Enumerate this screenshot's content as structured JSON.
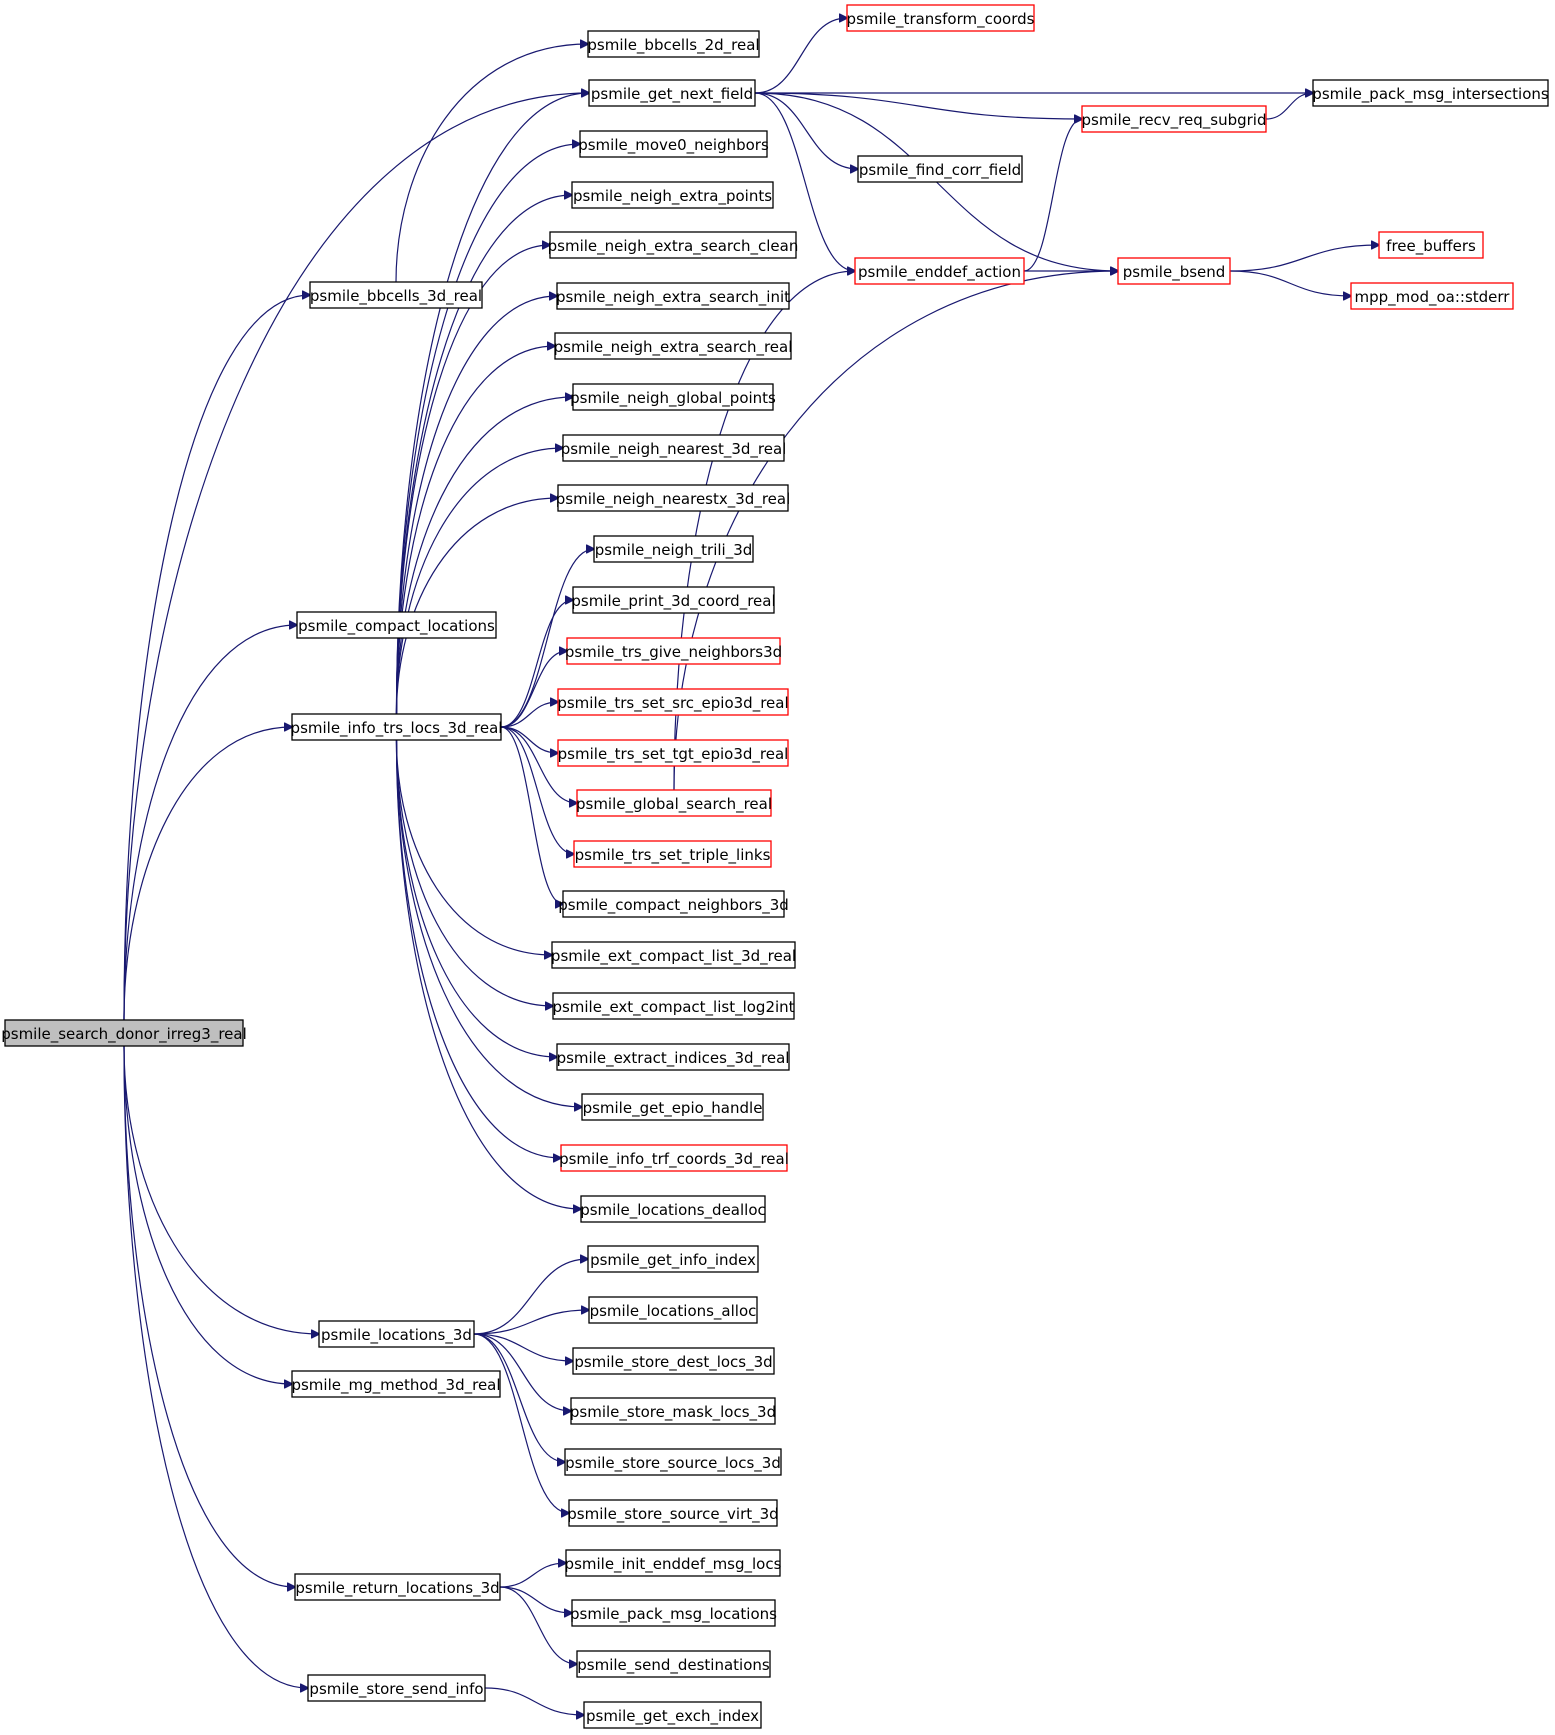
{
  "graph": {
    "nodes": [
      {
        "id": "search_donor",
        "label": "psmile_search_donor_irreg3_real",
        "style": "root"
      },
      {
        "id": "bbcells_3d",
        "label": "psmile_bbcells_3d_real",
        "style": "normal"
      },
      {
        "id": "compact_locations",
        "label": "psmile_compact_locations",
        "style": "normal"
      },
      {
        "id": "info_trs_locs",
        "label": "psmile_info_trs_locs_3d_real",
        "style": "normal"
      },
      {
        "id": "locations_3d",
        "label": "psmile_locations_3d",
        "style": "normal"
      },
      {
        "id": "mg_method",
        "label": "psmile_mg_method_3d_real",
        "style": "normal"
      },
      {
        "id": "return_locations",
        "label": "psmile_return_locations_3d",
        "style": "normal"
      },
      {
        "id": "store_send_info",
        "label": "psmile_store_send_info",
        "style": "normal"
      },
      {
        "id": "bbcells_2d",
        "label": "psmile_bbcells_2d_real",
        "style": "normal"
      },
      {
        "id": "get_next_field",
        "label": "psmile_get_next_field",
        "style": "normal"
      },
      {
        "id": "move0",
        "label": "psmile_move0_neighbors",
        "style": "normal"
      },
      {
        "id": "neigh_extra_points",
        "label": "psmile_neigh_extra_points",
        "style": "normal"
      },
      {
        "id": "neigh_extra_search_clean",
        "label": "psmile_neigh_extra_search_clean",
        "style": "normal"
      },
      {
        "id": "neigh_extra_search_init",
        "label": "psmile_neigh_extra_search_init",
        "style": "normal"
      },
      {
        "id": "neigh_extra_search_real",
        "label": "psmile_neigh_extra_search_real",
        "style": "normal"
      },
      {
        "id": "neigh_global_points",
        "label": "psmile_neigh_global_points",
        "style": "normal"
      },
      {
        "id": "neigh_nearest",
        "label": "psmile_neigh_nearest_3d_real",
        "style": "normal"
      },
      {
        "id": "neigh_nearestx",
        "label": "psmile_neigh_nearestx_3d_real",
        "style": "normal"
      },
      {
        "id": "neigh_trili",
        "label": "psmile_neigh_trili_3d",
        "style": "normal"
      },
      {
        "id": "print_3d_coord",
        "label": "psmile_print_3d_coord_real",
        "style": "normal"
      },
      {
        "id": "trs_give_neighbors",
        "label": "psmile_trs_give_neighbors3d",
        "style": "truncated"
      },
      {
        "id": "trs_set_src",
        "label": "psmile_trs_set_src_epio3d_real",
        "style": "truncated"
      },
      {
        "id": "trs_set_tgt",
        "label": "psmile_trs_set_tgt_epio3d_real",
        "style": "truncated"
      },
      {
        "id": "global_search",
        "label": "psmile_global_search_real",
        "style": "truncated"
      },
      {
        "id": "trs_set_triple",
        "label": "psmile_trs_set_triple_links",
        "style": "truncated"
      },
      {
        "id": "compact_neighbors",
        "label": "psmile_compact_neighbors_3d",
        "style": "normal"
      },
      {
        "id": "ext_compact_list",
        "label": "psmile_ext_compact_list_3d_real",
        "style": "normal"
      },
      {
        "id": "ext_compact_log2int",
        "label": "psmile_ext_compact_list_log2int",
        "style": "normal"
      },
      {
        "id": "extract_indices",
        "label": "psmile_extract_indices_3d_real",
        "style": "normal"
      },
      {
        "id": "get_epio_handle",
        "label": "psmile_get_epio_handle",
        "style": "normal"
      },
      {
        "id": "info_trf_coords",
        "label": "psmile_info_trf_coords_3d_real",
        "style": "truncated"
      },
      {
        "id": "locations_dealloc",
        "label": "psmile_locations_dealloc",
        "style": "normal"
      },
      {
        "id": "get_info_index",
        "label": "psmile_get_info_index",
        "style": "normal"
      },
      {
        "id": "locations_alloc",
        "label": "psmile_locations_alloc",
        "style": "normal"
      },
      {
        "id": "store_dest_locs",
        "label": "psmile_store_dest_locs_3d",
        "style": "normal"
      },
      {
        "id": "store_mask_locs",
        "label": "psmile_store_mask_locs_3d",
        "style": "normal"
      },
      {
        "id": "store_source_locs",
        "label": "psmile_store_source_locs_3d",
        "style": "normal"
      },
      {
        "id": "store_source_virt",
        "label": "psmile_store_source_virt_3d",
        "style": "normal"
      },
      {
        "id": "init_enddef_msg",
        "label": "psmile_init_enddef_msg_locs",
        "style": "normal"
      },
      {
        "id": "pack_msg_locations",
        "label": "psmile_pack_msg_locations",
        "style": "normal"
      },
      {
        "id": "send_destinations",
        "label": "psmile_send_destinations",
        "style": "normal"
      },
      {
        "id": "get_exch_index",
        "label": "psmile_get_exch_index",
        "style": "normal"
      },
      {
        "id": "transform_coords",
        "label": "psmile_transform_coords",
        "style": "truncated"
      },
      {
        "id": "find_corr_field",
        "label": "psmile_find_corr_field",
        "style": "normal"
      },
      {
        "id": "recv_req_subgrid",
        "label": "psmile_recv_req_subgrid",
        "style": "truncated"
      },
      {
        "id": "enddef_action",
        "label": "psmile_enddef_action",
        "style": "truncated"
      },
      {
        "id": "bsend",
        "label": "psmile_bsend",
        "style": "truncated"
      },
      {
        "id": "pack_msg_intersections",
        "label": "psmile_pack_msg_intersections",
        "style": "normal"
      },
      {
        "id": "free_buffers",
        "label": "free_buffers",
        "style": "truncated"
      },
      {
        "id": "stderr",
        "label": "mpp_mod_oa::stderr",
        "style": "truncated"
      }
    ],
    "edges": [
      [
        "search_donor",
        "bbcells_3d"
      ],
      [
        "search_donor",
        "compact_locations"
      ],
      [
        "search_donor",
        "info_trs_locs"
      ],
      [
        "search_donor",
        "get_next_field"
      ],
      [
        "search_donor",
        "locations_3d"
      ],
      [
        "search_donor",
        "mg_method"
      ],
      [
        "search_donor",
        "return_locations"
      ],
      [
        "search_donor",
        "store_send_info"
      ],
      [
        "bbcells_3d",
        "bbcells_2d"
      ],
      [
        "info_trs_locs",
        "get_next_field"
      ],
      [
        "info_trs_locs",
        "move0"
      ],
      [
        "info_trs_locs",
        "neigh_extra_points"
      ],
      [
        "info_trs_locs",
        "neigh_extra_search_clean"
      ],
      [
        "info_trs_locs",
        "neigh_extra_search_init"
      ],
      [
        "info_trs_locs",
        "neigh_extra_search_real"
      ],
      [
        "info_trs_locs",
        "neigh_global_points"
      ],
      [
        "info_trs_locs",
        "neigh_nearest"
      ],
      [
        "info_trs_locs",
        "neigh_nearestx"
      ],
      [
        "info_trs_locs",
        "neigh_trili"
      ],
      [
        "info_trs_locs",
        "print_3d_coord"
      ],
      [
        "info_trs_locs",
        "trs_give_neighbors"
      ],
      [
        "info_trs_locs",
        "trs_set_src"
      ],
      [
        "info_trs_locs",
        "trs_set_tgt"
      ],
      [
        "info_trs_locs",
        "global_search"
      ],
      [
        "info_trs_locs",
        "trs_set_triple"
      ],
      [
        "info_trs_locs",
        "compact_neighbors"
      ],
      [
        "info_trs_locs",
        "ext_compact_list"
      ],
      [
        "info_trs_locs",
        "ext_compact_log2int"
      ],
      [
        "info_trs_locs",
        "extract_indices"
      ],
      [
        "info_trs_locs",
        "get_epio_handle"
      ],
      [
        "info_trs_locs",
        "info_trf_coords"
      ],
      [
        "info_trs_locs",
        "locations_dealloc"
      ],
      [
        "locations_3d",
        "get_info_index"
      ],
      [
        "locations_3d",
        "locations_alloc"
      ],
      [
        "locations_3d",
        "store_dest_locs"
      ],
      [
        "locations_3d",
        "store_mask_locs"
      ],
      [
        "locations_3d",
        "store_source_locs"
      ],
      [
        "locations_3d",
        "store_source_virt"
      ],
      [
        "return_locations",
        "init_enddef_msg"
      ],
      [
        "return_locations",
        "pack_msg_locations"
      ],
      [
        "return_locations",
        "send_destinations"
      ],
      [
        "store_send_info",
        "get_exch_index"
      ],
      [
        "get_next_field",
        "transform_coords"
      ],
      [
        "get_next_field",
        "pack_msg_intersections"
      ],
      [
        "get_next_field",
        "recv_req_subgrid"
      ],
      [
        "get_next_field",
        "find_corr_field"
      ],
      [
        "get_next_field",
        "enddef_action"
      ],
      [
        "get_next_field",
        "bsend"
      ],
      [
        "global_search",
        "enddef_action"
      ],
      [
        "global_search",
        "bsend"
      ],
      [
        "enddef_action",
        "recv_req_subgrid"
      ],
      [
        "enddef_action",
        "bsend"
      ],
      [
        "recv_req_subgrid",
        "pack_msg_intersections"
      ],
      [
        "bsend",
        "free_buffers"
      ],
      [
        "bsend",
        "stderr"
      ]
    ]
  }
}
